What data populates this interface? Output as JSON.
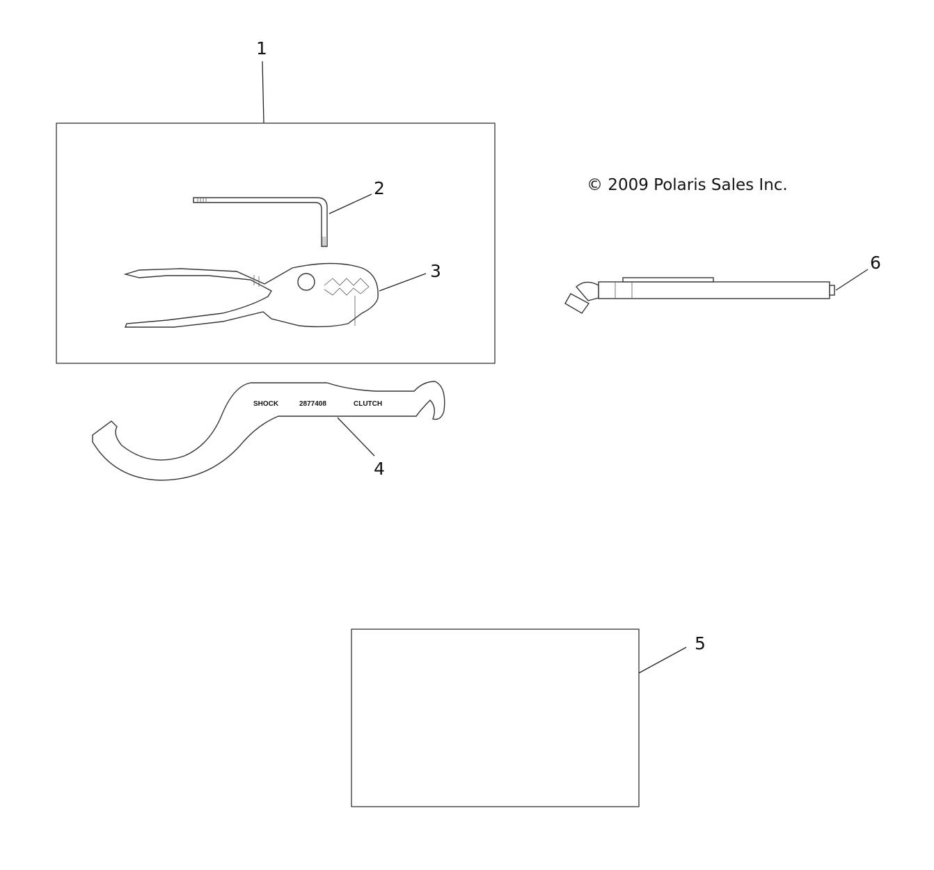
{
  "copyright": "© 2009 Polaris Sales Inc.",
  "callouts": [
    {
      "id": "1",
      "label": "1",
      "part": "tool kit"
    },
    {
      "id": "2",
      "label": "2",
      "part": "hex key"
    },
    {
      "id": "3",
      "label": "3",
      "part": "pliers"
    },
    {
      "id": "4",
      "label": "4",
      "part": "spanner wrench"
    },
    {
      "id": "5",
      "label": "5",
      "part": "manual"
    },
    {
      "id": "6",
      "label": "6",
      "part": "tire gauge"
    }
  ],
  "spanner_stamp": {
    "left": "SHOCK",
    "middle": "2877408",
    "right": "CLUTCH"
  }
}
